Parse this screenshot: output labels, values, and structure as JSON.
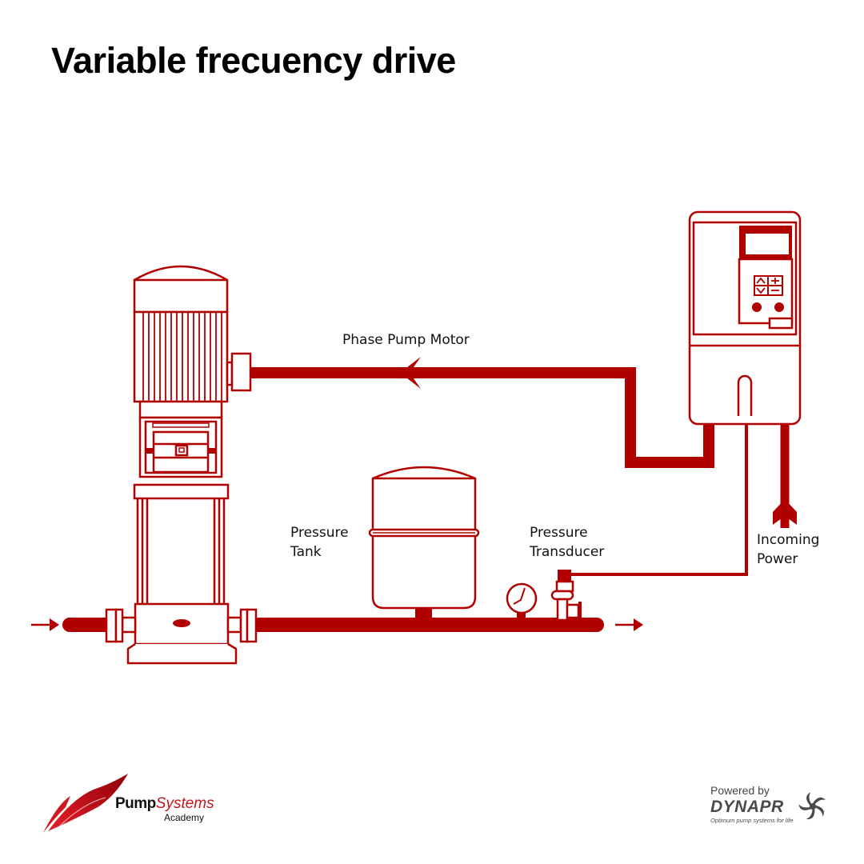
{
  "title": "Variable frecuency drive",
  "colors": {
    "primary": "#b00000",
    "text": "#111111",
    "logo_gray": "#4a4a4a"
  },
  "labels": {
    "motor_line": "Phase Pump Motor",
    "pressure_tank": "Pressure\nTank",
    "pressure_transducer": "Pressure\nTransducer",
    "incoming_power": "Incoming\nPower"
  },
  "components": [
    {
      "name": "vertical-multistage-pump",
      "icon": "pump-motor-icon"
    },
    {
      "name": "variable-frequency-drive",
      "icon": "vfd-controller-icon"
    },
    {
      "name": "pressure-tank",
      "icon": "expansion-tank-icon"
    },
    {
      "name": "pressure-gauge",
      "icon": "gauge-icon"
    },
    {
      "name": "pressure-transducer",
      "icon": "transducer-icon"
    }
  ],
  "vfd_keypad": {
    "keys": [
      "∧",
      "+",
      "∨",
      "−"
    ]
  },
  "flow": {
    "inlet_arrow": "flow-in-arrow-icon",
    "outlet_arrow": "flow-out-arrow-icon"
  },
  "footer": {
    "left_logo": {
      "brand_bold": "Pump",
      "brand_italic": "Systems",
      "sub": "Academy"
    },
    "right_logo": {
      "powered_by": "Powered by",
      "name": "DYNAPR",
      "tagline": "Optimum pump systems for life"
    }
  }
}
